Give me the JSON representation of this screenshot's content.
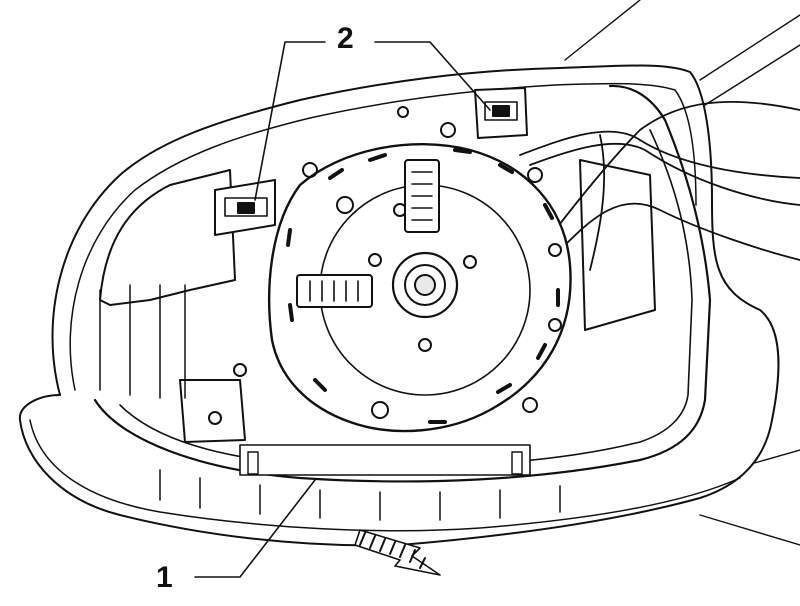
{
  "diagram": {
    "callouts": [
      {
        "id": "1",
        "label": "1"
      },
      {
        "id": "2",
        "label": "2"
      }
    ],
    "colors": {
      "line": "#111111",
      "background": "#ffffff",
      "shade": "#e9e9e9"
    },
    "icons": {
      "direction": "hatched-arrow-icon"
    }
  }
}
